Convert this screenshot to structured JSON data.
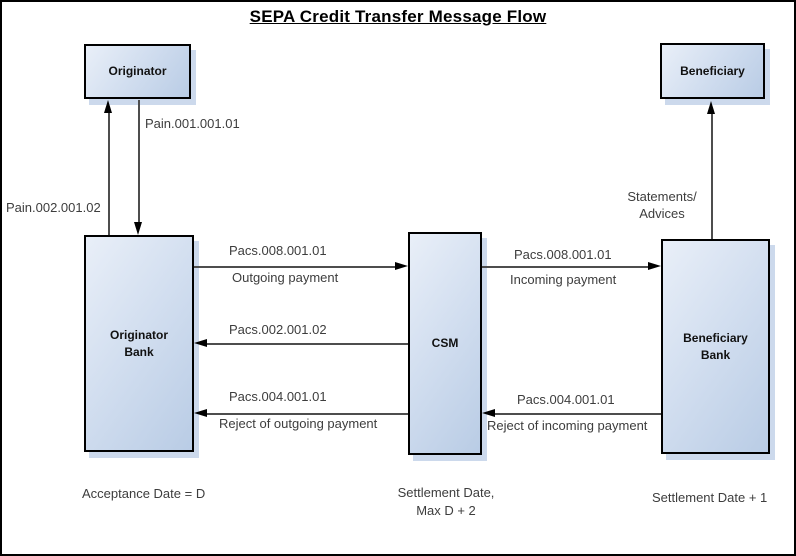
{
  "title": "SEPA Credit Transfer Message Flow",
  "nodes": {
    "originator": {
      "label": "Originator"
    },
    "beneficiary": {
      "label": "Beneficiary"
    },
    "originator_bank": {
      "label": "Originator\nBank"
    },
    "csm": {
      "label": "CSM"
    },
    "beneficiary_bank": {
      "label": "Beneficiary\nBank"
    }
  },
  "edges": {
    "pain_001": {
      "from": "Originator",
      "to": "Originator Bank",
      "message": "Pain.001.001.01"
    },
    "pain_002": {
      "from": "Originator Bank",
      "to": "Originator",
      "message": "Pain.002.001.02"
    },
    "pacs_008_outgoing": {
      "from": "Originator Bank",
      "to": "CSM",
      "message": "Pacs.008.001.01",
      "description": "Outgoing payment"
    },
    "pacs_002": {
      "from": "CSM",
      "to": "Originator Bank",
      "message": "Pacs.002.001.02"
    },
    "pacs_004_outgoing": {
      "from": "CSM",
      "to": "Originator Bank",
      "message": "Pacs.004.001.01",
      "description": "Reject of outgoing payment"
    },
    "pacs_008_incoming": {
      "from": "CSM",
      "to": "Beneficiary Bank",
      "message": "Pacs.008.001.01",
      "description": "Incoming payment"
    },
    "pacs_004_incoming": {
      "from": "Beneficiary Bank",
      "to": "CSM",
      "message": "Pacs.004.001.01",
      "description": "Reject of incoming payment"
    },
    "statements": {
      "from": "Beneficiary Bank",
      "to": "Beneficiary",
      "message": "Statements/\nAdvices"
    }
  },
  "footnotes": {
    "originator_bank": "Acceptance Date = D",
    "csm": "Settlement Date,\nMax D + 2",
    "beneficiary_bank": "Settlement Date + 1"
  },
  "colors": {
    "background": "#ffffff",
    "outer_border": "#000000",
    "box_fill_light": "#e9eff8",
    "box_fill_dark": "#b9cce5",
    "box_border": "#000000",
    "box_shadow": "#ccd9ec",
    "arrow_line": "#4d4d4d",
    "arrow_head": "#000000",
    "label_text": "#3d3d3d",
    "title_text": "#000000"
  }
}
